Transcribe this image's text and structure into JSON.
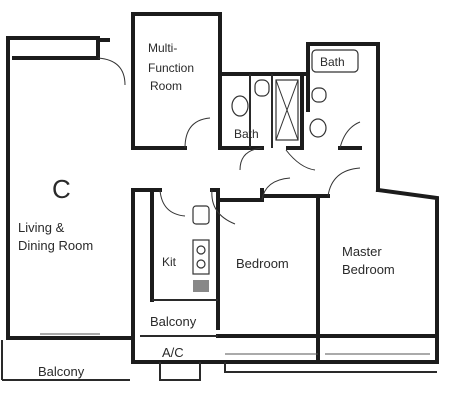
{
  "rooms": {
    "multi_function": [
      "Multi-",
      "Function",
      "Room"
    ],
    "bath_top": "Bath",
    "bath_mid": "Bath",
    "unit_letter": "C",
    "living_dining": [
      "Living &",
      "Dining Room"
    ],
    "kitchen": "Kit",
    "bedroom": "Bedroom",
    "master_bedroom": [
      "Master",
      "Bedroom"
    ],
    "balcony_kitchen": "Balcony",
    "ac": "A/C",
    "balcony_bottom": "Balcony"
  }
}
